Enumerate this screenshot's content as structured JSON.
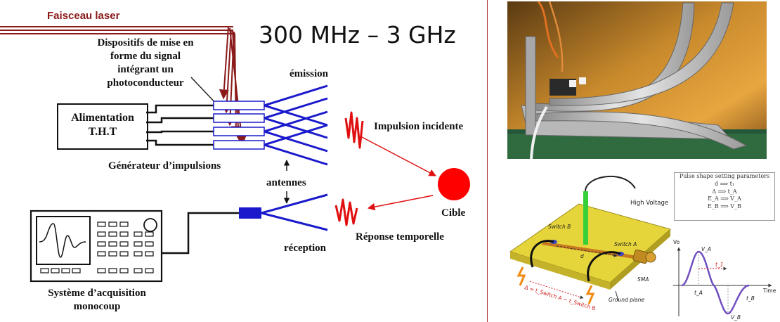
{
  "laser_label": "Faisceau laser",
  "frequency_range": "300 MHz – 3 GHz",
  "shaping_devices_lines": [
    "Dispositifs de mise en",
    "forme du signal",
    "intégrant un",
    "photoconducteur"
  ],
  "power_supply_lines": [
    "Alimentation",
    "T.H.T"
  ],
  "pulse_generator": "Générateur d’impulsions",
  "emission": "émission",
  "antennas": "antennes",
  "reception": "réception",
  "incident_pulse": "Impulsion incidente",
  "target": "Cible",
  "temporal_response": "Réponse temporelle",
  "acquisition_lines": [
    "Système d’acquisition",
    "monocoup"
  ],
  "schematic": {
    "high_voltage": "High Voltage",
    "switch_b": "Switch B",
    "switch_a": "Switch A",
    "d_label": "d",
    "sma": "SMA",
    "ground_plane": "Ground plane",
    "delta_formula": "Δ = t_Switch A − t_Switch B",
    "vo_label": "Vo",
    "time_label": "Time",
    "va_label": "V_A",
    "vb_label": "V_B",
    "t1_label": "t_1",
    "ta_label": "t_A",
    "tb_label": "t_B"
  },
  "parameters": {
    "title": "Pulse shape setting parameters",
    "rows": [
      "d ⟹ t₁",
      "Δ ⟹ t_A",
      "E_A ⟹ V_A",
      "E_B ⟹ V_B"
    ]
  },
  "colors": {
    "laser_red": "#8b1a1a",
    "antenna_blue": "#1a1acc",
    "signal_red": "#e01010",
    "target_red": "#ff0000",
    "board_yellow": "#e6d53a",
    "strip_orange": "#c8781e",
    "probe_green": "#38d038"
  }
}
